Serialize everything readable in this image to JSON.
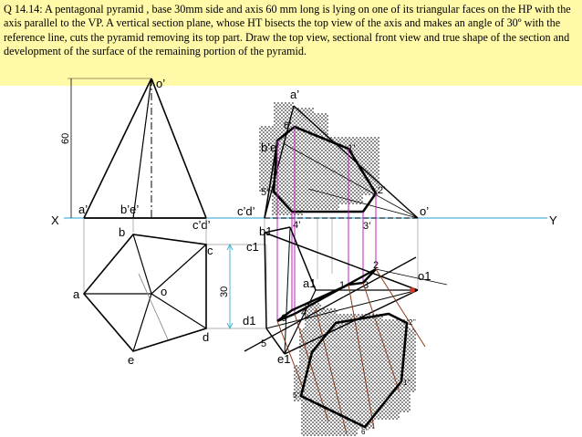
{
  "problem": {
    "text": "Q 14.14: A pentagonal pyramid , base 30mm side and axis 60 mm long is lying on one of its triangular faces on the HP with the axis parallel to the VP. A vertical section plane, whose HT bisects the top view of the axis and makes an angle of 30º with the reference line, cuts the pyramid removing its top part. Draw the top view, sectional front view and true shape of the section and development of the surface of the remaining portion of the pyramid."
  },
  "labels": {
    "X": "X",
    "Y": "Y",
    "dim_60": "60",
    "dim_30": "30",
    "fv1_o": "o’",
    "fv1_a": "a’",
    "fv1_be": "b’e’",
    "fv1_cd": "c’d’",
    "tv1_b": "b",
    "tv1_c": "c",
    "tv1_a": "a",
    "tv1_o": "o",
    "tv1_d": "d",
    "tv1_e": "e",
    "fv2_a": "a’",
    "fv2_6": "6’",
    "fv2_be": "b’e’",
    "fv2_1": "1’",
    "fv2_5": "5’",
    "fv2_2": "2’",
    "fv2_cd": "c’d’",
    "fv2_4": "4’",
    "fv2_3": "3’",
    "fv2_o": "o’",
    "tv2_b1": "b1",
    "tv2_c1": "c1",
    "tv2_a1": "a1",
    "tv2_d1": "d1",
    "tv2_e1": "e1",
    "tv2_o1": "o1",
    "tv2_1": "1",
    "tv2_2": "2",
    "tv2_3": "3",
    "tv2_4": "4",
    "tv2_5": "5",
    "tv2_6": "6",
    "ts_1": "1’’",
    "ts_2": "2’’",
    "ts_5": "5’’",
    "ts_6": "6’’"
  },
  "colors": {
    "header_bg": "#fff9a8",
    "reference_line": "#4fb3d9",
    "section_line": "#c020c0",
    "cutting_plane": "#8b3a1a",
    "hatch": "#9a9a9a"
  }
}
